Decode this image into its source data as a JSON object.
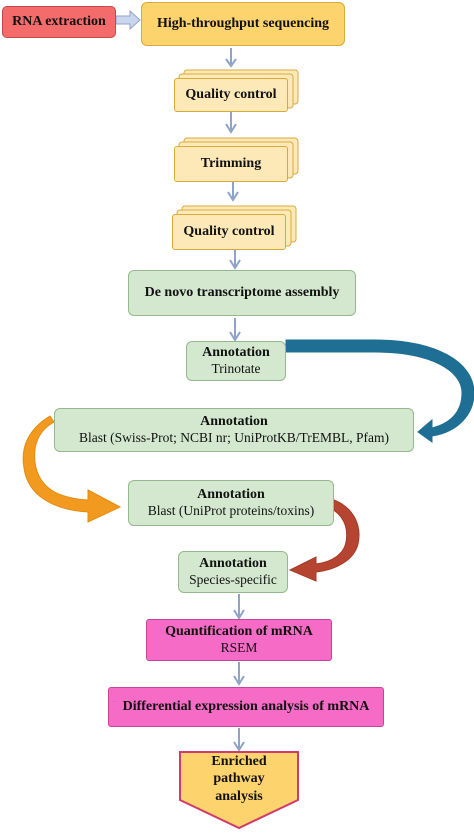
{
  "colors": {
    "red": "#f36b6b",
    "yellow": "#fdd36d",
    "green": "#d3e8cf",
    "pink": "#f56bc5",
    "connector": "#c9d6ee",
    "curve_blue": "#1f6e93",
    "curve_orange": "#f29a1f",
    "curve_rust": "#b54530"
  },
  "steps": {
    "rna_extraction": "RNA extraction",
    "sequencing": "High-throughput sequencing",
    "qc1": "Quality control",
    "trimming": "Trimming",
    "qc2": "Quality control",
    "assembly": "De novo transcriptome assembly",
    "annot1": {
      "title": "Annotation",
      "sub": "Trinotate"
    },
    "annot2": {
      "title": "Annotation",
      "sub": "Blast (Swiss-Prot; NCBI nr; UniProtKB/TrEMBL, Pfam)"
    },
    "annot3": {
      "title": "Annotation",
      "sub": "Blast (UniProt proteins/toxins)"
    },
    "annot4": {
      "title": "Annotation",
      "sub": "Species-specific"
    },
    "quant": {
      "title": "Quantification of mRNA",
      "sub": "RSEM"
    },
    "diff": "Differential expression analysis of mRNA",
    "enriched": "Enriched pathway analysis"
  }
}
